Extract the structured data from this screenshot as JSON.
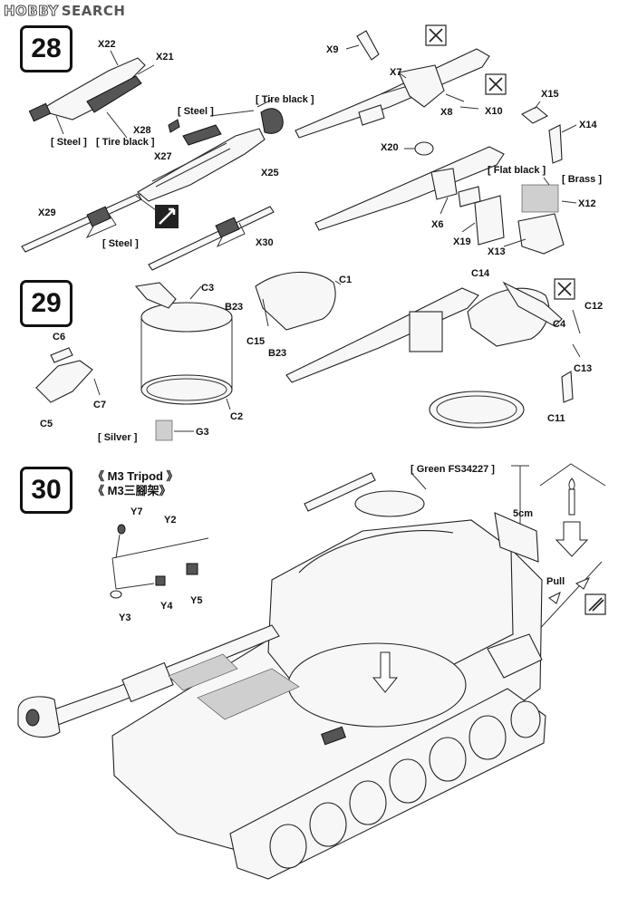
{
  "logo": {
    "part1": "HOBBY",
    "part2": "SEARCH"
  },
  "steps": [
    "28",
    "29",
    "30"
  ],
  "step28": {
    "labels": [
      "X22",
      "X21",
      "X28",
      "X27",
      "X25",
      "X29",
      "X30",
      "X9",
      "X7",
      "X8",
      "X10",
      "X15",
      "X14",
      "X20",
      "X6",
      "X19",
      "X13",
      "X12"
    ],
    "notes": [
      "[ Steel ]",
      "[ Tire black ]",
      "[ Steel ]",
      "[ Tire black ]",
      "[ Steel ]",
      "[ Flat black ]",
      "[ Brass ]"
    ]
  },
  "step29": {
    "labels": [
      "C3",
      "C6",
      "C7",
      "C5",
      "C2",
      "G3",
      "C1",
      "B23",
      "C15",
      "B23",
      "C14",
      "C4",
      "C12",
      "C13",
      "C11"
    ],
    "notes": [
      "[ Silver ]"
    ]
  },
  "step30": {
    "title_en": "《  M3 Tripod  》",
    "title_cn": "《  M3三腳架》",
    "labels": [
      "Y7",
      "Y2",
      "Y3",
      "Y4",
      "Y5"
    ],
    "notes": [
      "[ Green  FS34227 ]",
      "5cm",
      "Pull"
    ]
  },
  "icons": [
    "no-glue-icon",
    "no-glue-icon",
    "no-glue-icon",
    "heat-stretch-icon",
    "candle-icon",
    "arrow-down-icon"
  ]
}
